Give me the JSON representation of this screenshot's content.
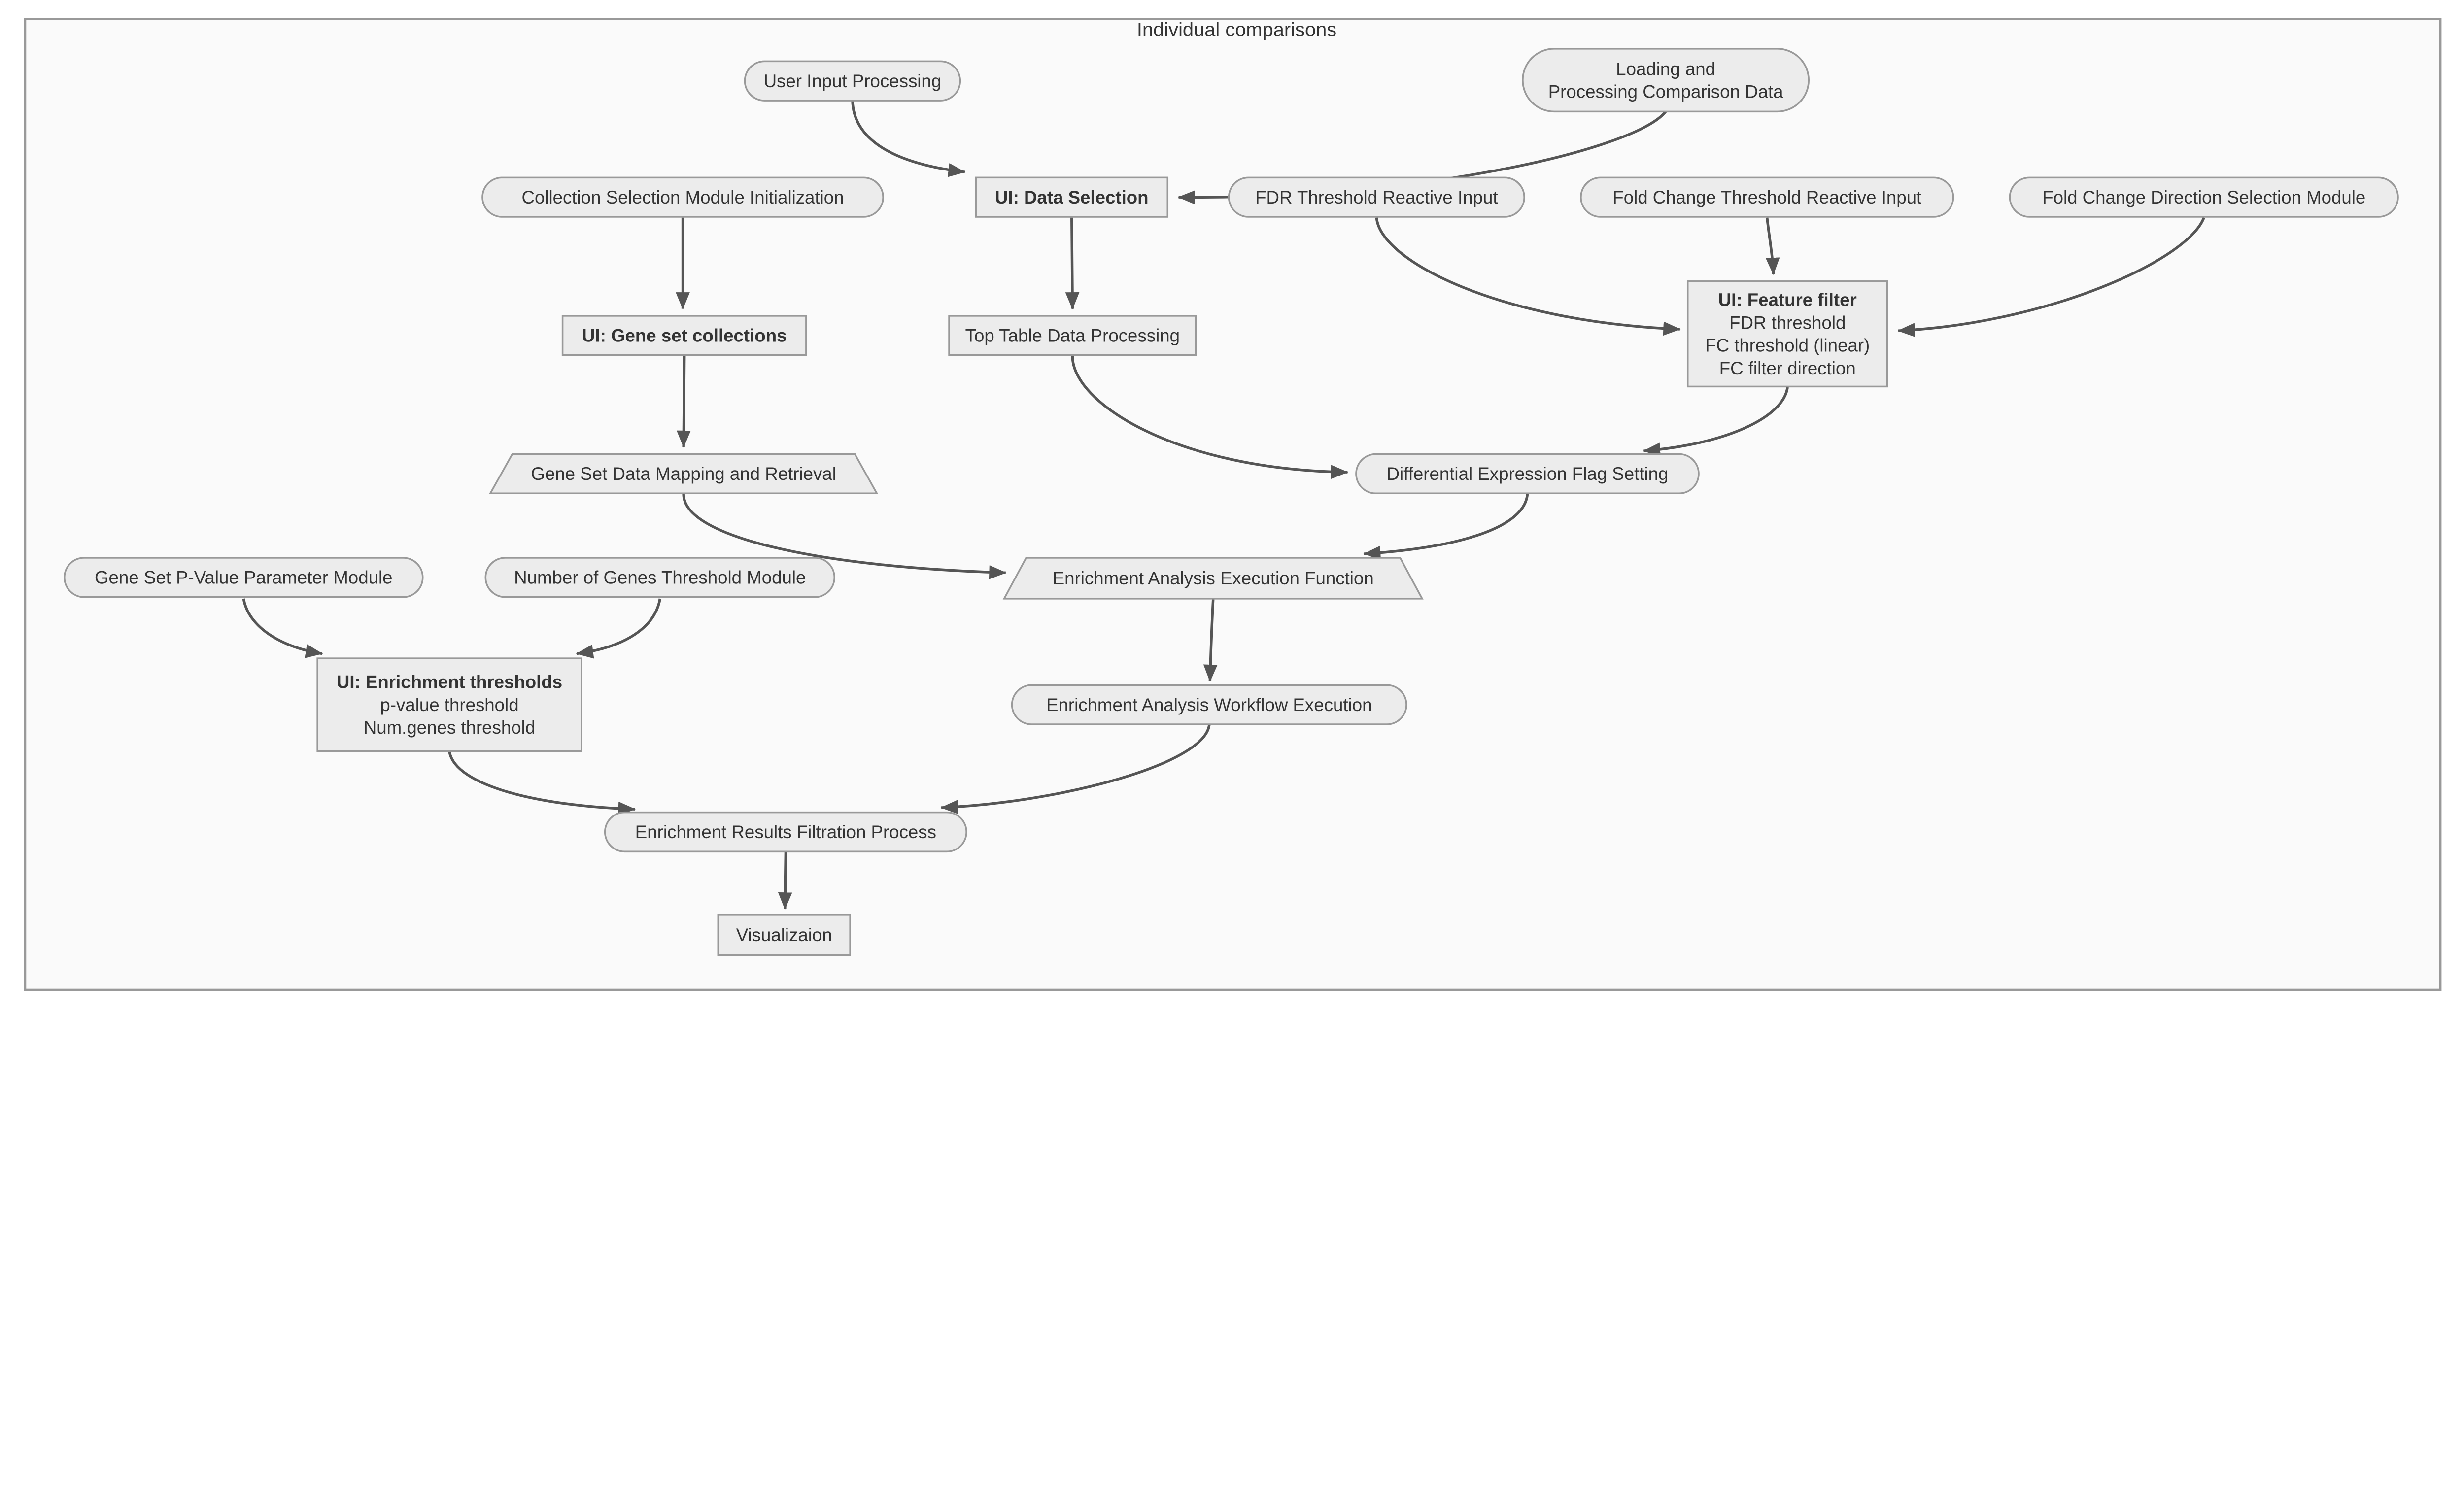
{
  "diagram": {
    "title": "Individual comparisons",
    "colors": {
      "node_fill": "#ececec",
      "node_border": "#999999",
      "edge": "#555555",
      "text": "#333333",
      "frame_border": "#999999",
      "frame_fill": "#fafafa"
    },
    "nodes": {
      "user_input": {
        "label": "User Input Processing",
        "shape": "stadium"
      },
      "loading": {
        "line1": "Loading and",
        "line2": "Processing Comparison Data",
        "shape": "stadium"
      },
      "collection_init": {
        "label": "Collection Selection Module Initialization",
        "shape": "stadium"
      },
      "ui_data_selection": {
        "label": "UI: Data Selection",
        "shape": "rect"
      },
      "fdr_input": {
        "label": "FDR Threshold Reactive Input",
        "shape": "stadium"
      },
      "fc_threshold_input": {
        "label": "Fold Change Threshold Reactive Input",
        "shape": "stadium"
      },
      "fc_direction": {
        "label": "Fold Change Direction Selection Module",
        "shape": "stadium"
      },
      "ui_gene_set": {
        "label": "UI: Gene set collections",
        "shape": "rect"
      },
      "top_table": {
        "label": "Top Table Data Processing",
        "shape": "rect"
      },
      "ui_feature_filter": {
        "title": "UI: Feature filter",
        "line2": "FDR threshold",
        "line3": "FC threshold (linear)",
        "line4": "FC filter direction",
        "shape": "rect"
      },
      "gene_set_mapping": {
        "label": "Gene Set Data Mapping and Retrieval",
        "shape": "trapezoid"
      },
      "diff_expr_flag": {
        "label": "Differential Expression Flag Setting",
        "shape": "stadium"
      },
      "gene_set_pvalue": {
        "label": "Gene Set P-Value Parameter Module",
        "shape": "stadium"
      },
      "num_genes_threshold": {
        "label": "Number of Genes Threshold Module",
        "shape": "stadium"
      },
      "enrich_exec": {
        "label": "Enrichment Analysis Execution Function",
        "shape": "trapezoid"
      },
      "ui_enrich_thresholds": {
        "title": "UI: Enrichment thresholds",
        "line2": "p-value threshold",
        "line3": "Num.genes threshold",
        "shape": "rect"
      },
      "enrich_workflow": {
        "label": "Enrichment Analysis Workflow Execution",
        "shape": "stadium"
      },
      "enrich_filter": {
        "label": "Enrichment Results Filtration Process",
        "shape": "stadium"
      },
      "visualization": {
        "label": "Visualizaion",
        "shape": "rect"
      }
    },
    "edges": [
      {
        "from": "user_input",
        "to": "ui_data_selection"
      },
      {
        "from": "loading",
        "to": "ui_data_selection"
      },
      {
        "from": "collection_init",
        "to": "ui_gene_set"
      },
      {
        "from": "ui_data_selection",
        "to": "top_table"
      },
      {
        "from": "fdr_input",
        "to": "ui_feature_filter"
      },
      {
        "from": "fc_threshold_input",
        "to": "ui_feature_filter"
      },
      {
        "from": "fc_direction",
        "to": "ui_feature_filter"
      },
      {
        "from": "ui_gene_set",
        "to": "gene_set_mapping"
      },
      {
        "from": "top_table",
        "to": "diff_expr_flag"
      },
      {
        "from": "ui_feature_filter",
        "to": "diff_expr_flag"
      },
      {
        "from": "gene_set_mapping",
        "to": "enrich_exec"
      },
      {
        "from": "diff_expr_flag",
        "to": "enrich_exec"
      },
      {
        "from": "gene_set_pvalue",
        "to": "ui_enrich_thresholds"
      },
      {
        "from": "num_genes_threshold",
        "to": "ui_enrich_thresholds"
      },
      {
        "from": "enrich_exec",
        "to": "enrich_workflow"
      },
      {
        "from": "ui_enrich_thresholds",
        "to": "enrich_filter"
      },
      {
        "from": "enrich_workflow",
        "to": "enrich_filter"
      },
      {
        "from": "enrich_filter",
        "to": "visualization"
      }
    ]
  }
}
